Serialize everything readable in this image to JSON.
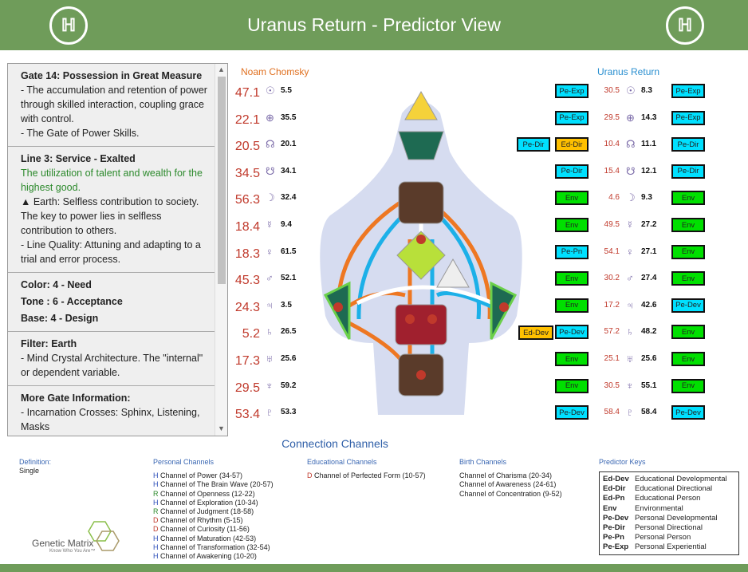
{
  "header": {
    "title": "Uranus Return - Predictor View",
    "logo_left": "hg-logo",
    "logo_right": "hg-logo"
  },
  "panel": {
    "gate_title": "Gate 14: Possession in Great Measure",
    "gate_text": "- The accumulation and retention of power through skilled interaction, coupling grace with control.",
    "gate_text2": "- The Gate of Power Skills.",
    "line_title": "Line 3: Service - Exalted",
    "line_green": "The utilization of talent and wealth for the highest good.",
    "line_earth": "▲ Earth: Selfless contribution to society.",
    "line_key": " The key to power lies in selfless contribution to others.",
    "line_quality": "- Line Quality: Attuning and adapting to a trial and error process.",
    "color": "Color: 4 - Need",
    "tone": "Tone : 6 - Acceptance",
    "base": "Base: 4 - Design",
    "filter_title": "Filter: Earth",
    "filter_text": "- Mind Crystal Architecture. The \"internal\" or dependent variable.",
    "more_title": "More Gate Information:",
    "more_text": "- Incarnation Crosses: Sphinx, Listening, Masks"
  },
  "left_heading": "Noam Chomsky",
  "right_heading": "Uranus Return",
  "left_rows": [
    {
      "a": "47.1",
      "b": "5.5",
      "g": "☉"
    },
    {
      "a": "22.1",
      "b": "35.5",
      "g": "⊕"
    },
    {
      "a": "20.5",
      "b": "20.1",
      "g": "☊"
    },
    {
      "a": "34.5",
      "b": "34.1",
      "g": "☋"
    },
    {
      "a": "56.3",
      "b": "32.4",
      "g": "☽"
    },
    {
      "a": "18.4",
      "b": "9.4",
      "g": "☿"
    },
    {
      "a": "18.3",
      "b": "61.5",
      "g": "♀"
    },
    {
      "a": "45.3",
      "b": "52.1",
      "g": "♂"
    },
    {
      "a": "24.3",
      "b": "3.5",
      "g": "♃"
    },
    {
      "a": "5.2",
      "b": "26.5",
      "g": "♄"
    },
    {
      "a": "17.3",
      "b": "25.6",
      "g": "♅"
    },
    {
      "a": "29.5",
      "b": "59.2",
      "g": "♆"
    },
    {
      "a": "53.4",
      "b": "53.3",
      "g": "♇"
    }
  ],
  "right_rows": [
    {
      "k1": "Pe-Exp",
      "a": "30.5",
      "b": "8.3",
      "k2": "Pe-Exp",
      "g": "☉"
    },
    {
      "k1": "Pe-Exp",
      "a": "29.5",
      "b": "14.3",
      "k2": "Pe-Exp",
      "g": "⊕"
    },
    {
      "k1": "Ed-Dir",
      "a": "10.4",
      "b": "11.1",
      "k2": "Pe-Dir",
      "g": "☊"
    },
    {
      "k1": "Pe-Dir",
      "a": "15.4",
      "b": "12.1",
      "k2": "Pe-Dir",
      "g": "☋"
    },
    {
      "k1": "Env",
      "a": "4.6",
      "b": "9.3",
      "k2": "Env",
      "g": "☽"
    },
    {
      "k1": "Env",
      "a": "49.5",
      "b": "27.2",
      "k2": "Env",
      "g": "☿"
    },
    {
      "k1": "Pe-Pn",
      "a": "54.1",
      "b": "27.1",
      "k2": "Env",
      "g": "♀"
    },
    {
      "k1": "Env",
      "a": "30.2",
      "b": "27.4",
      "k2": "Env",
      "g": "♂"
    },
    {
      "k1": "Env",
      "a": "17.2",
      "b": "42.6",
      "k2": "Pe-Dev",
      "g": "♃"
    },
    {
      "k1": "Pe-Dev",
      "a": "57.2",
      "b": "48.2",
      "k2": "Env",
      "g": "♄"
    },
    {
      "k1": "Env",
      "a": "25.1",
      "b": "25.6",
      "k2": "Env",
      "g": "♅"
    },
    {
      "k1": "Env",
      "a": "30.5",
      "b": "55.1",
      "k2": "Env",
      "g": "♆"
    },
    {
      "k1": "Pe-Dev",
      "a": "58.4",
      "b": "58.4",
      "k2": "Pe-Dev",
      "g": "♇"
    }
  ],
  "extra_keys": {
    "pe_dir": "Pe-Dir",
    "ed_dev": "Ed-Dev"
  },
  "connection_title": "Connection Channels",
  "definition": {
    "label": "Definition:",
    "value": "Single"
  },
  "personal": {
    "title": "Personal Channels",
    "items": [
      [
        "H",
        "Channel of Power (34-57)"
      ],
      [
        "H",
        "Channel of The Brain Wave (20-57)"
      ],
      [
        "R",
        "Channel of Openness (12-22)"
      ],
      [
        "H",
        "Channel of Exploration (10-34)"
      ],
      [
        "R",
        "Channel of Judgment (18-58)"
      ],
      [
        "D",
        "Channel of Rhythm (5-15)"
      ],
      [
        "D",
        "Channel of Curiosity (11-56)"
      ],
      [
        "H",
        "Channel of Maturation (42-53)"
      ],
      [
        "H",
        "Channel of Transformation (32-54)"
      ],
      [
        "H",
        "Channel of Awakening (10-20)"
      ]
    ]
  },
  "educational": {
    "title": "Educational Channels",
    "items": [
      [
        "D",
        "Channel of Perfected Form (10-57)"
      ]
    ]
  },
  "birth": {
    "title": "Birth Channels",
    "items": [
      "Channel of Charisma (20-34)",
      "Channel of Awareness (24-61)",
      "Channel of Concentration (9-52)"
    ]
  },
  "predictor": {
    "title": "Predictor Keys",
    "items": [
      [
        "Ed-Dev",
        "Educational Developmental"
      ],
      [
        "Ed-Dir",
        "Educational Directional"
      ],
      [
        "Ed-Pn",
        "Educational Person"
      ],
      [
        "Env",
        "Environmental"
      ],
      [
        "Pe-Dev",
        "Personal Developmental"
      ],
      [
        "Pe-Dir",
        "Personal Directional"
      ],
      [
        "Pe-Pn",
        "Personal Person"
      ],
      [
        "Pe-Exp",
        "Personal Experiential"
      ]
    ]
  },
  "brand": {
    "name": "Genetic Matrix",
    "tagline": "Know Who You Are™"
  }
}
